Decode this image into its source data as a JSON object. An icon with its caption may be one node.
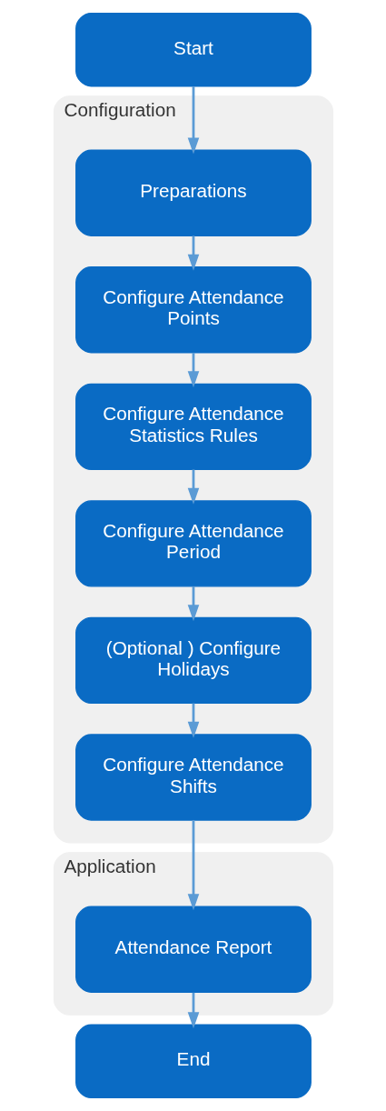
{
  "diagram": {
    "nodes": [
      {
        "text": [
          "Start"
        ]
      },
      {
        "text": [
          "Configuration"
        ]
      },
      {
        "text": [
          "Preparations"
        ],
        "in": 1
      },
      {
        "text": [
          "Configure Attendance Points"
        ],
        "in": 1
      },
      {
        "text": [
          "Configure Attendance Statistics Rules"
        ],
        "in": 1
      },
      {
        "text": [
          "Configure Attendance Period"
        ],
        "in": 1
      },
      {
        "text": [
          "(Optional ) Configure Holidays"
        ],
        "in": 1
      },
      {
        "text": [
          "Configure Attendance Shifts"
        ],
        "in": 1
      },
      {
        "text": [
          "Application"
        ]
      },
      {
        "text": [
          "Attendance Report"
        ],
        "in": 8
      },
      {
        "text": [
          "End"
        ]
      }
    ],
    "edges": [
      {
        "from": 0,
        "to": 2,
        "arrow": "to"
      },
      {
        "from": 2,
        "to": 3,
        "arrow": "to"
      },
      {
        "from": 3,
        "to": 4,
        "arrow": "to"
      },
      {
        "from": 4,
        "to": 5,
        "arrow": "to"
      },
      {
        "from": 5,
        "to": 6,
        "arrow": "to"
      },
      {
        "from": 6,
        "to": 7,
        "arrow": "to"
      },
      {
        "from": 7,
        "to": 9,
        "arrow": "to"
      },
      {
        "from": 9,
        "to": 10,
        "arrow": "to"
      }
    ]
  }
}
